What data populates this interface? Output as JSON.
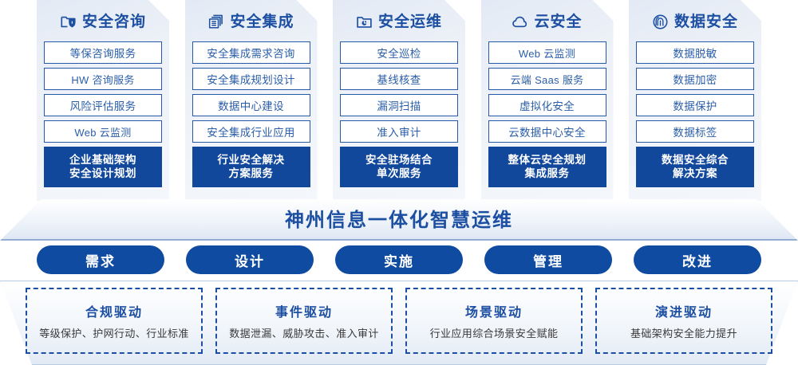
{
  "pillars": [
    {
      "icon": "folder-shield-icon",
      "title": "安全咨询",
      "items": [
        "等保咨询服务",
        "HW 咨询服务",
        "风险评估服务",
        "Web 云监测"
      ],
      "highlight": [
        "企业基础架构",
        "安全设计规划"
      ]
    },
    {
      "icon": "stacked-documents-icon",
      "title": "安全集成",
      "items": [
        "安全集成需求咨询",
        "安全集成规划设计",
        "数据中心建设",
        "安全集成行业应用"
      ],
      "highlight": [
        "行业安全解决",
        "方案服务"
      ]
    },
    {
      "icon": "folder-chart-icon",
      "title": "安全运维",
      "items": [
        "安全巡检",
        "基线核查",
        "漏洞扫描",
        "准入审计"
      ],
      "highlight": [
        "安全驻场结合",
        "单次服务"
      ]
    },
    {
      "icon": "cloud-icon",
      "title": "云安全",
      "items": [
        "Web 云监测",
        "云端 Saas 服务",
        "虚拟化安全",
        "云数据中心安全"
      ],
      "highlight": [
        "整体云安全规划",
        "集成服务"
      ]
    },
    {
      "icon": "fingerprint-icon",
      "title": "数据安全",
      "items": [
        "数据脱敏",
        "数据加密",
        "数据保护",
        "数据标签"
      ],
      "highlight": [
        "数据安全综合",
        "解决方案"
      ]
    }
  ],
  "banner": {
    "title": "神州信息一体化智慧运维"
  },
  "phases": [
    "需求",
    "设计",
    "实施",
    "管理",
    "改进"
  ],
  "drivers": [
    {
      "title": "合规驱动",
      "subtitle": "等级保护、护网行动、行业标准"
    },
    {
      "title": "事件驱动",
      "subtitle": "数据泄漏、威胁攻击、准入审计"
    },
    {
      "title": "场景驱动",
      "subtitle": "行业应用综合场景安全赋能"
    },
    {
      "title": "演进驱动",
      "subtitle": "基础架构安全能力提升"
    }
  ],
  "colors": {
    "brand_blue": "#1c4fa1",
    "deep_blue": "#12489c",
    "pill_blue": "#0f4ba0",
    "card_border": "#2659a8",
    "item_text": "#2b5ea8"
  }
}
